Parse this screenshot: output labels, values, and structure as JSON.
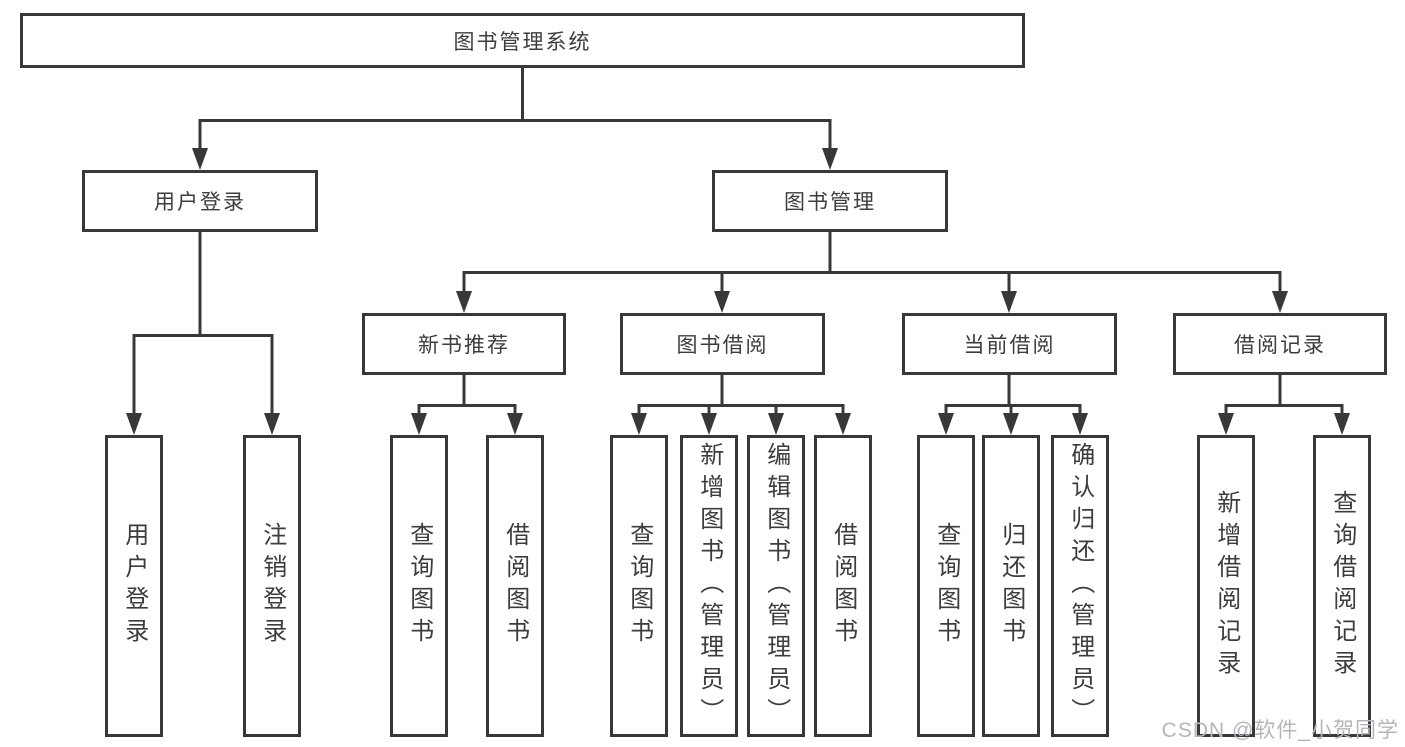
{
  "diagram": {
    "root": {
      "label": "图书管理系统",
      "children": [
        {
          "label": "用户登录",
          "children": [
            {
              "label": "用户登录"
            },
            {
              "label": "注销登录"
            }
          ]
        },
        {
          "label": "图书管理",
          "children": [
            {
              "label": "新书推荐",
              "children": [
                {
                  "label": "查询图书"
                },
                {
                  "label": "借阅图书"
                }
              ]
            },
            {
              "label": "图书借阅",
              "children": [
                {
                  "label": "查询图书"
                },
                {
                  "label": "新增图书（管理员）"
                },
                {
                  "label": "编辑图书（管理员）"
                },
                {
                  "label": "借阅图书"
                }
              ]
            },
            {
              "label": "当前借阅",
              "children": [
                {
                  "label": "查询图书"
                },
                {
                  "label": "归还图书"
                },
                {
                  "label": "确认归还（管理员）"
                }
              ]
            },
            {
              "label": "借阅记录",
              "children": [
                {
                  "label": "新增借阅记录"
                },
                {
                  "label": "查询借阅记录"
                }
              ]
            }
          ]
        }
      ]
    },
    "watermark": "CSDN @软件_小贺同学",
    "colors": {
      "line": "#383838",
      "text": "#3d3d3d",
      "watermark": "#b3b6bc",
      "background": "#ffffff"
    }
  }
}
